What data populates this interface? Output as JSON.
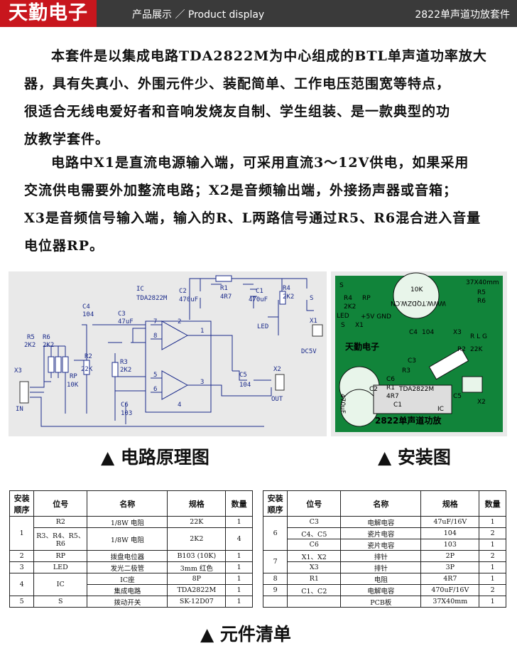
{
  "header": {
    "logo": "天勤电子",
    "category": "产品展示 ／ Product display",
    "kit_title": "2822单声道功放套件"
  },
  "intro_lines": [
    "本套件是以集成电路TDA2822M为中心组成的BTL单声道功率放大",
    "器，具有失真小、外围元件少、装配简单、工作电压范围宽等特点，",
    "很适合无线电爱好者和音响发烧友自制、学生组装、是一款典型的功",
    "放教学套件。"
  ],
  "desc_lines": [
    "电路中X1是直流电源输入端，可采用直流3～12V供电，如果采用",
    "交流供电需要外加整流电路；X2是音频输出端，外接扬声器或音箱；",
    "X3是音频信号输入端，输入的R、L两路信号通过R5、R6混合进入音量",
    "电位器RP。"
  ],
  "schematic": {
    "ic": "IC",
    "ic_model": "TDA2822M",
    "c2": "C2",
    "c2v": "470uF",
    "r1": "R1",
    "r1v": "4R7",
    "c1": "C1",
    "c1v": "470uF",
    "r4": "R4",
    "r4v": "2K2",
    "s": "S",
    "c4": "C4",
    "c4v": "104",
    "c3": "C3",
    "c3v": "47uF",
    "led": "LED",
    "x1": "X1",
    "dc": "DC5V",
    "r5": "R5",
    "r5v": "2K2",
    "r6": "R6",
    "r6v": "2K2",
    "r2": "R2",
    "r2v": "22K",
    "r3": "R3",
    "r3v": "2K2",
    "rp": "RP",
    "rpv": "10K",
    "x3": "X3",
    "in": "IN",
    "c6": "C6",
    "c6v": "103",
    "c5": "C5",
    "c5v": "104",
    "x2": "X2",
    "out": "OUT",
    "pins": [
      "7",
      "2",
      "1",
      "8",
      "5",
      "3",
      "6",
      "4"
    ]
  },
  "pcb": {
    "dims": "37X40mm",
    "url": "WWW.TQDZW.CN",
    "r4": "R4",
    "r4v": "2K2",
    "rp": "RP",
    "pot": "10K",
    "r5": "R5",
    "r6": "R6",
    "led": "LED",
    "s": "S",
    "x1": "X1",
    "pwr": "+5V GND",
    "c4": "C4",
    "c4v": "104",
    "x3": "X3",
    "rlg": "R L G",
    "r2": "R2",
    "r2v": "22K",
    "brand": "天勤电子",
    "c3": "C3",
    "r1": "R1",
    "r1v": "4R7",
    "ic_model": "TDA2822M",
    "c6": "C6",
    "c2": "C2",
    "c5": "C5",
    "x2": "X2",
    "ic": "IC",
    "c1": "C1",
    "c2cap": "470uF",
    "r3": "R3",
    "footer": "2822单声道功放",
    "capv": "470uF"
  },
  "captions": {
    "schematic": "▲ 电路原理图",
    "install": "▲ 安装图",
    "bom": "▲ 元件清单"
  },
  "bom_headers": [
    "安装顺序",
    "位号",
    "名称",
    "规格",
    "数量"
  ],
  "bom_left": [
    [
      "1",
      "R2",
      "1/8W 电阻",
      "22K",
      "1"
    ],
    [
      "",
      "R3、R4、R5、R6",
      "1/8W 电阻",
      "2K2",
      "4"
    ],
    [
      "2",
      "RP",
      "拨盘电位器",
      "B103 (10K)",
      "1"
    ],
    [
      "3",
      "LED",
      "发光二极管",
      "3mm 红色",
      "1"
    ],
    [
      "4",
      "IC",
      "IC座",
      "8P",
      "1"
    ],
    [
      "",
      "",
      "集成电路",
      "TDA2822M",
      "1"
    ],
    [
      "5",
      "S",
      "拨动开关",
      "SK-12D07",
      "1"
    ]
  ],
  "bom_right": [
    [
      "6",
      "C3",
      "电解电容",
      "47uF/16V",
      "1"
    ],
    [
      "",
      "C4、C5",
      "瓷片电容",
      "104",
      "2"
    ],
    [
      "",
      "C6",
      "瓷片电容",
      "103",
      "1"
    ],
    [
      "7",
      "X1、X2",
      "排针",
      "2P",
      "2"
    ],
    [
      "",
      "X3",
      "排针",
      "3P",
      "1"
    ],
    [
      "8",
      "R1",
      "电阻",
      "4R7",
      "1"
    ],
    [
      "9",
      "C1、C2",
      "电解电容",
      "470uF/16V",
      "2"
    ],
    [
      "",
      "",
      "PCB板",
      "37X40mm",
      "1"
    ]
  ]
}
